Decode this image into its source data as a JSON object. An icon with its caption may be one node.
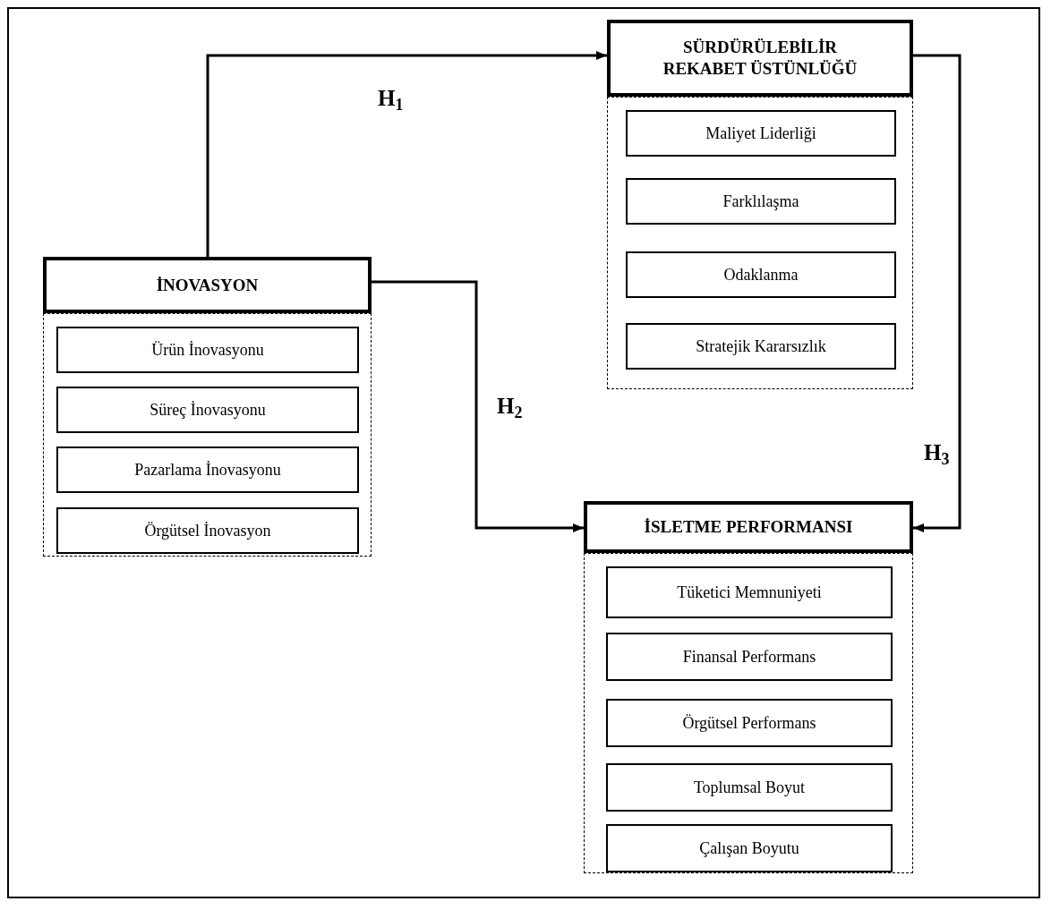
{
  "diagram": {
    "nodes": [
      {
        "text": [
          "İNOVASYON"
        ]
      },
      {
        "text": [],
        "shape": "box"
      },
      {
        "text": [
          "Ürün İnovasyonu"
        ],
        "in": 1
      },
      {
        "text": [
          "Süreç İnovasyonu"
        ],
        "in": 1
      },
      {
        "text": [
          "Pazarlama İnovasyonu"
        ],
        "in": 1
      },
      {
        "text": [
          "Örgütsel İnovasyon"
        ],
        "in": 1
      },
      {
        "text": [
          "SÜRDÜRÜLEBİLİR REKABET ÜSTÜNLÜĞÜ"
        ]
      },
      {
        "text": [],
        "shape": "box"
      },
      {
        "text": [
          "Maliyet Liderliği"
        ],
        "in": 7
      },
      {
        "text": [
          "Farklılaşma"
        ],
        "in": 7
      },
      {
        "text": [
          "Odaklanma"
        ],
        "in": 7
      },
      {
        "text": [
          "Stratejik Kararsızlık"
        ],
        "in": 7
      },
      {
        "text": [
          "İSLETME PERFORMANSI"
        ]
      },
      {
        "text": [],
        "shape": "box"
      },
      {
        "text": [
          "Tüketici Memnuniyeti"
        ],
        "in": 13
      },
      {
        "text": [
          "Finansal Performans"
        ],
        "in": 13
      },
      {
        "text": [
          "Örgütsel Performans"
        ],
        "in": 13
      },
      {
        "text": [
          "Toplumsal Boyut"
        ],
        "in": 13
      },
      {
        "text": [
          "Çalışan Boyutu"
        ],
        "in": 13
      }
    ],
    "edges": [
      {
        "from": 0,
        "to": 6,
        "arrow": "to",
        "label": "H$_{1}$"
      },
      {
        "from": 0,
        "to": 12,
        "arrow": "to",
        "label": "H$_{2}$"
      },
      {
        "from": 6,
        "to": 12,
        "arrow": "to",
        "label": "H$_{3}$"
      }
    ]
  }
}
